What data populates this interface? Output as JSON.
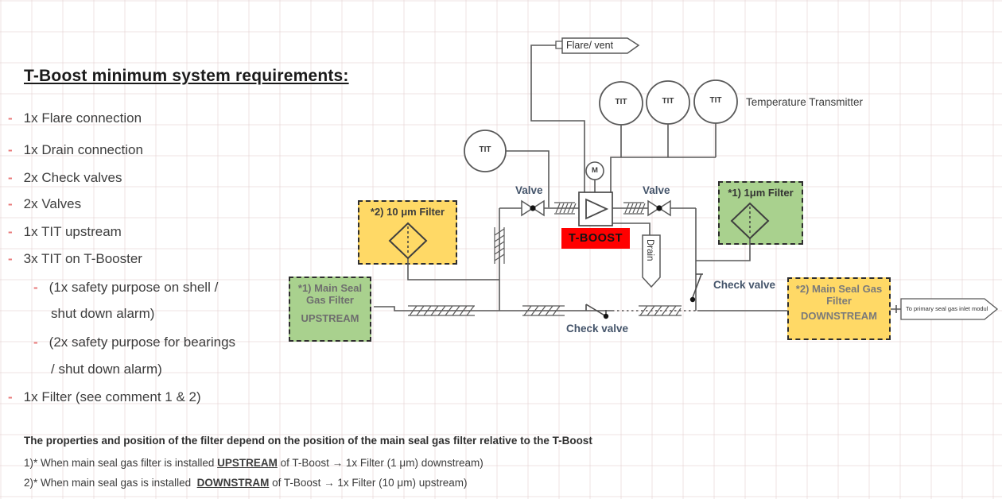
{
  "bullet": "-",
  "title": "T-Boost minimum system requirements:",
  "requirements": [
    {
      "text": "1x Flare connection"
    },
    {
      "text": "1x Drain connection"
    },
    {
      "text": "2x Check valves"
    },
    {
      "text": "2x Valves"
    },
    {
      "text": "1x TIT upstream"
    },
    {
      "text": "3x TIT on T-Booster"
    },
    {
      "text": "(1x safety purpose on shell /"
    },
    {
      "text": "shut down alarm)"
    },
    {
      "text": "(2x safety purpose for bearings"
    },
    {
      "text": "/ shut down alarm)"
    },
    {
      "text": "1x Filter (see comment 1 & 2)"
    }
  ],
  "notes": {
    "heading": "The properties and position of the filter depend on the position of the main seal gas filter relative to the T-Boost",
    "note1": {
      "prefix": "1)* When main seal gas filter is installed ",
      "keyword": "UPSTREAM",
      "suffix": " of T-Boost → 1x Filter (1 μm) downstream)"
    },
    "note2": {
      "prefix": "2)* When main seal gas is installed ",
      "keyword": "DOWNSTRAM",
      "suffix": " of T-Boost → 1x Filter (10 μm) upstream)"
    }
  },
  "diagram": {
    "flare_flag": "Flare/ vent",
    "temperature_transmitter": "Temperature Transmitter",
    "tit": "TIT",
    "motor": "M",
    "valve_left": "Valve",
    "valve_right": "Valve",
    "t_boost": "T-BOOST",
    "drain": "Drain",
    "check_valve_right": "Check valve",
    "check_valve_bottom": "Check valve",
    "filter_10um": "*2) 10 μm Filter",
    "filter_1um": "*1) 1μm Filter",
    "upstream_box": {
      "line1": "*1) Main Seal",
      "line2": "Gas Filter",
      "line3": "UPSTREAM"
    },
    "downstream_box": {
      "line1": "*2) Main Seal Gas",
      "line2": "Filter",
      "line3": "DOWNSTREAM"
    },
    "outlet_flag": "To primary seal gas inlet modul",
    "colors": {
      "filter_green": "#a9d18e",
      "filter_yellow": "#ffd966",
      "tboost_red": "#ff0000",
      "line_grey": "#595959",
      "label_blue": "#44546a",
      "bullet_red": "#e97a7a"
    }
  }
}
